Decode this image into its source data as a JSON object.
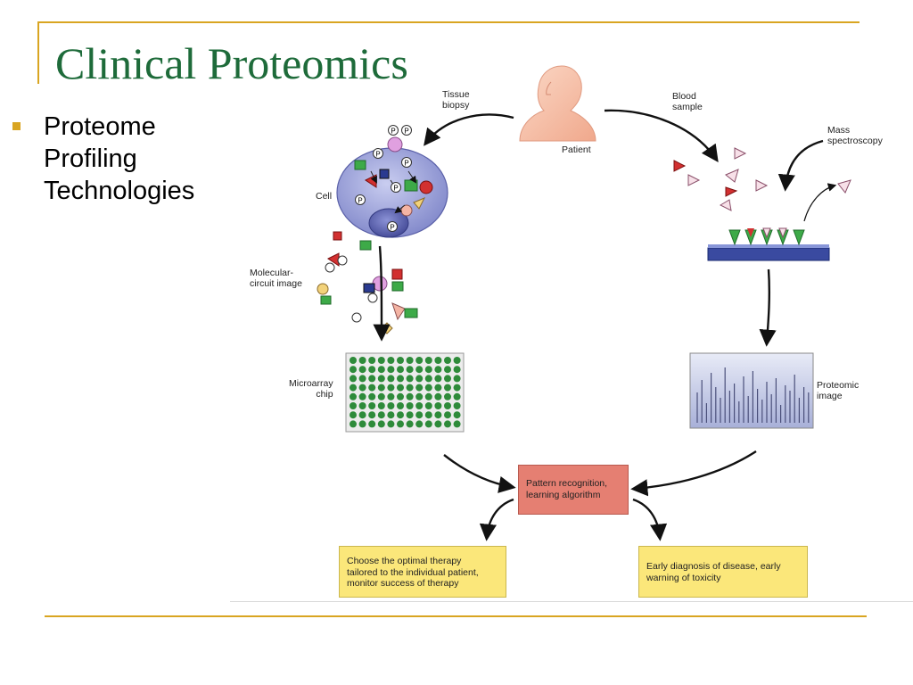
{
  "slide": {
    "title": "Clinical Proteomics",
    "bullets": [
      "Proteome Profiling Technologies"
    ]
  },
  "diagram": {
    "patient_label": "Patient",
    "tissue_biopsy_label": "Tissue\nbiopsy",
    "blood_sample_label": "Blood\nsample",
    "mass_spectroscopy_label": "Mass\nspectroscopy",
    "cell_label": "Cell",
    "phospho_label": "P",
    "molecular_circuit_label": "Molecular-\ncircuit image",
    "microarray_label": "Microarray\nchip",
    "proteomic_image_label": "Proteomic\nimage",
    "pattern_recognition_label": "Pattern recognition,\nlearning algorithm",
    "therapy_label": "Choose the optimal therapy\ntailored to the individual patient,\nmonitor success of therapy",
    "diagnosis_label": "Early diagnosis of disease, early\nwarning of toxicity"
  },
  "colors": {
    "accent_gold": "#d9a521",
    "title_green": "#1e6b3a",
    "cell_blue": "#9fa5dc",
    "chip_green": "#2e8b3a",
    "pattern_box": "#e57f72",
    "outcome_box": "#fbe77a",
    "spectrum_plate": "#3a4aa0"
  }
}
